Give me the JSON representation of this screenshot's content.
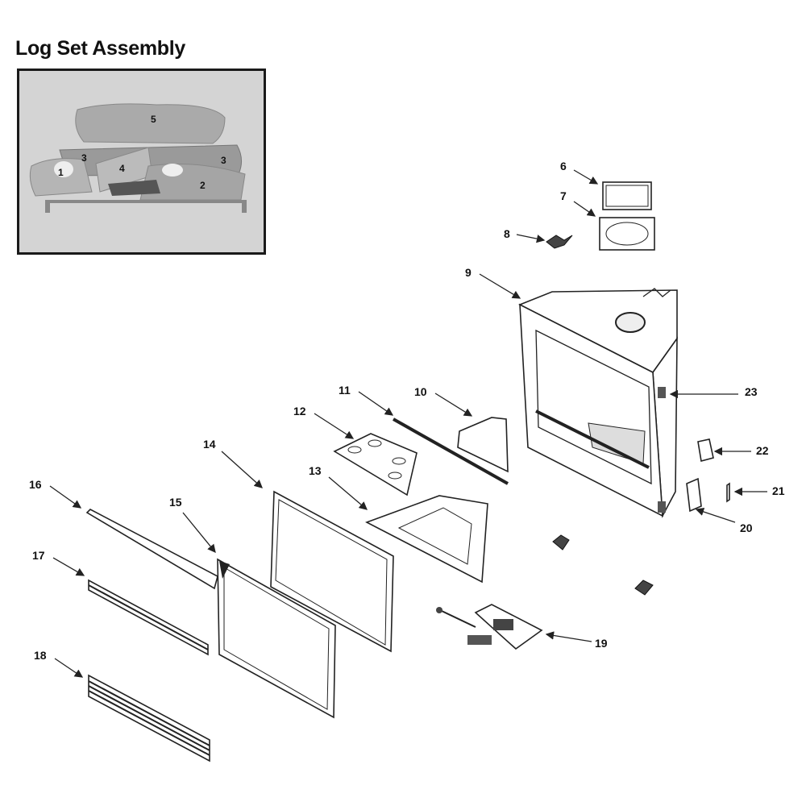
{
  "title": "Log Set Assembly",
  "log_set_labels": [
    "5",
    "3",
    "3",
    "1",
    "4",
    "2"
  ],
  "callouts": {
    "p6": "6",
    "p7": "7",
    "p8": "8",
    "p9": "9",
    "p10": "10",
    "p11": "11",
    "p12": "12",
    "p13": "13",
    "p14": "14",
    "p15": "15",
    "p16": "16",
    "p17": "17",
    "p18": "18",
    "p19": "19",
    "p20": "20",
    "p21": "21",
    "p22": "22",
    "p23": "23"
  }
}
